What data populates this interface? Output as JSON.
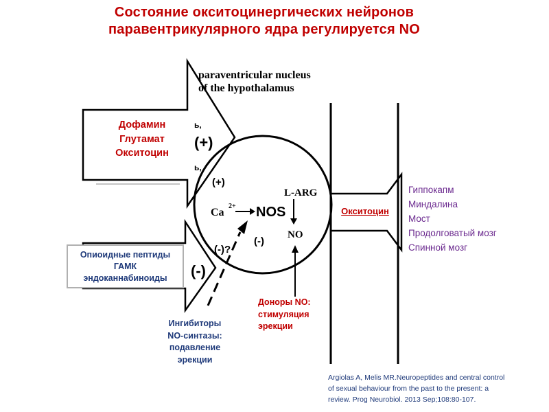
{
  "title": {
    "line1": "Состояние окситоцинергических нейронов",
    "line2": "паравентрикулярного ядра регулируется NO"
  },
  "nucleus": {
    "line1": "paraventricular nucleus",
    "line2": "of the hypothalamus"
  },
  "stimulators": {
    "items": [
      "Дофамин",
      "Глутамат",
      "Окситоцин"
    ],
    "sign": "(+)",
    "inner_sign": "(+)"
  },
  "inhibitors_box": {
    "items": [
      "Опиоидные пептиды",
      "ГАМК",
      "эндоканнабиноиды"
    ],
    "sign": "(-)"
  },
  "neuron": {
    "ca": "Ca",
    "ca_sup": "2+",
    "nos": "NOS",
    "larg": "L-ARG",
    "no": "NO",
    "minus": "(-)",
    "minus_q": "(-)?"
  },
  "output": {
    "label": "Окситоцин",
    "targets": [
      "Гиппокапм",
      "Миндалина",
      "Мост",
      "Продолговатый мозг",
      "Спинной мозг"
    ]
  },
  "donors": {
    "lines": [
      "Доноры NO:",
      "стимуляция",
      "эрекции"
    ]
  },
  "nos_inhibitors": {
    "lines": [
      "Ингибиторы",
      "NO-синтазы:",
      "подавление",
      "эрекции"
    ]
  },
  "reference": {
    "lines": [
      "Argiolas A, Melis MR.Neuropeptides and central control",
      "of sexual behaviour from the past to the present: a",
      "review. Prog Neurobiol. 2013 Sep;108:80-107."
    ]
  },
  "colors": {
    "red": "#c00000",
    "blue": "#1f3a7a",
    "purple": "#6b2a8f",
    "line": "#000000",
    "box_border": "#b0b0b0"
  }
}
